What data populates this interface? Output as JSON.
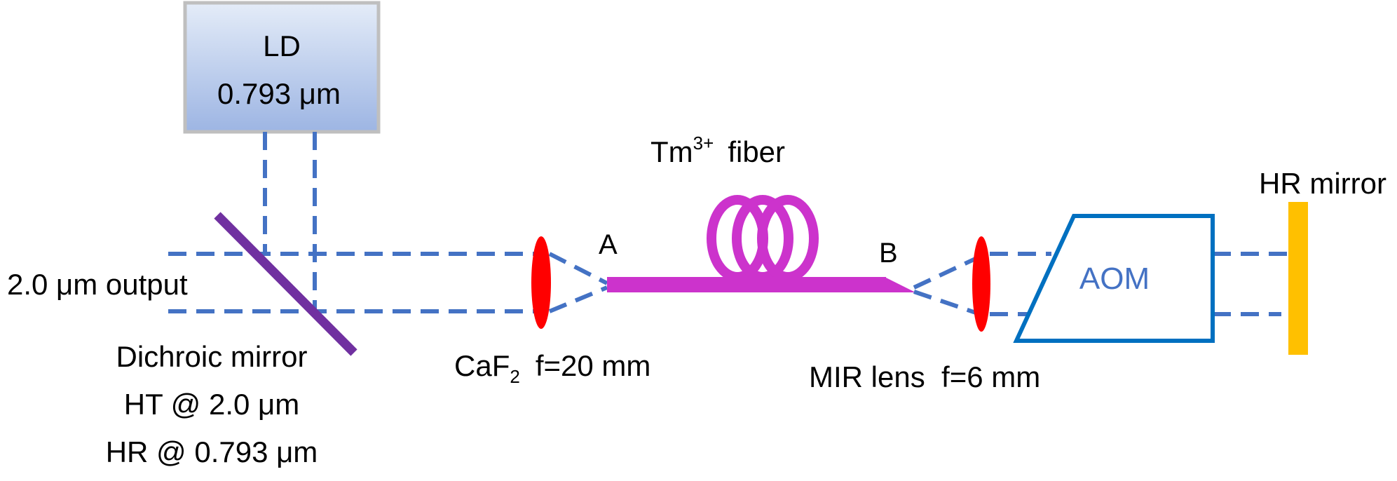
{
  "labels": {
    "ld_name": "LD",
    "ld_wavelength": "0.793 μm",
    "fiber_base": "Tm",
    "fiber_sup": "3+",
    "fiber_word": "fiber",
    "point_a": "A",
    "point_b": "B",
    "output": "2.0 μm output",
    "dichroic_title": "Dichroic mirror",
    "dichroic_ht": "HT @ 2.0 μm",
    "dichroic_hr": "HR @ 0.793 μm",
    "caf2_base": "CaF",
    "caf2_sub": "2",
    "caf2_focal": "f=20 mm",
    "mir_lens": "MIR lens  f=6 mm",
    "aom": "AOM",
    "hr_mirror": "HR mirror"
  },
  "colors": {
    "beam": "#4472C4",
    "fiber": "#CC33CC",
    "lens": "#FF0000",
    "dichroic": "#7030A0",
    "aom": "#0070C0",
    "hr_mirror": "#FFC000",
    "ld_top": "#E4ECF8",
    "ld_bottom": "#9DB5E3",
    "ld_border": "#BFBFBF"
  }
}
